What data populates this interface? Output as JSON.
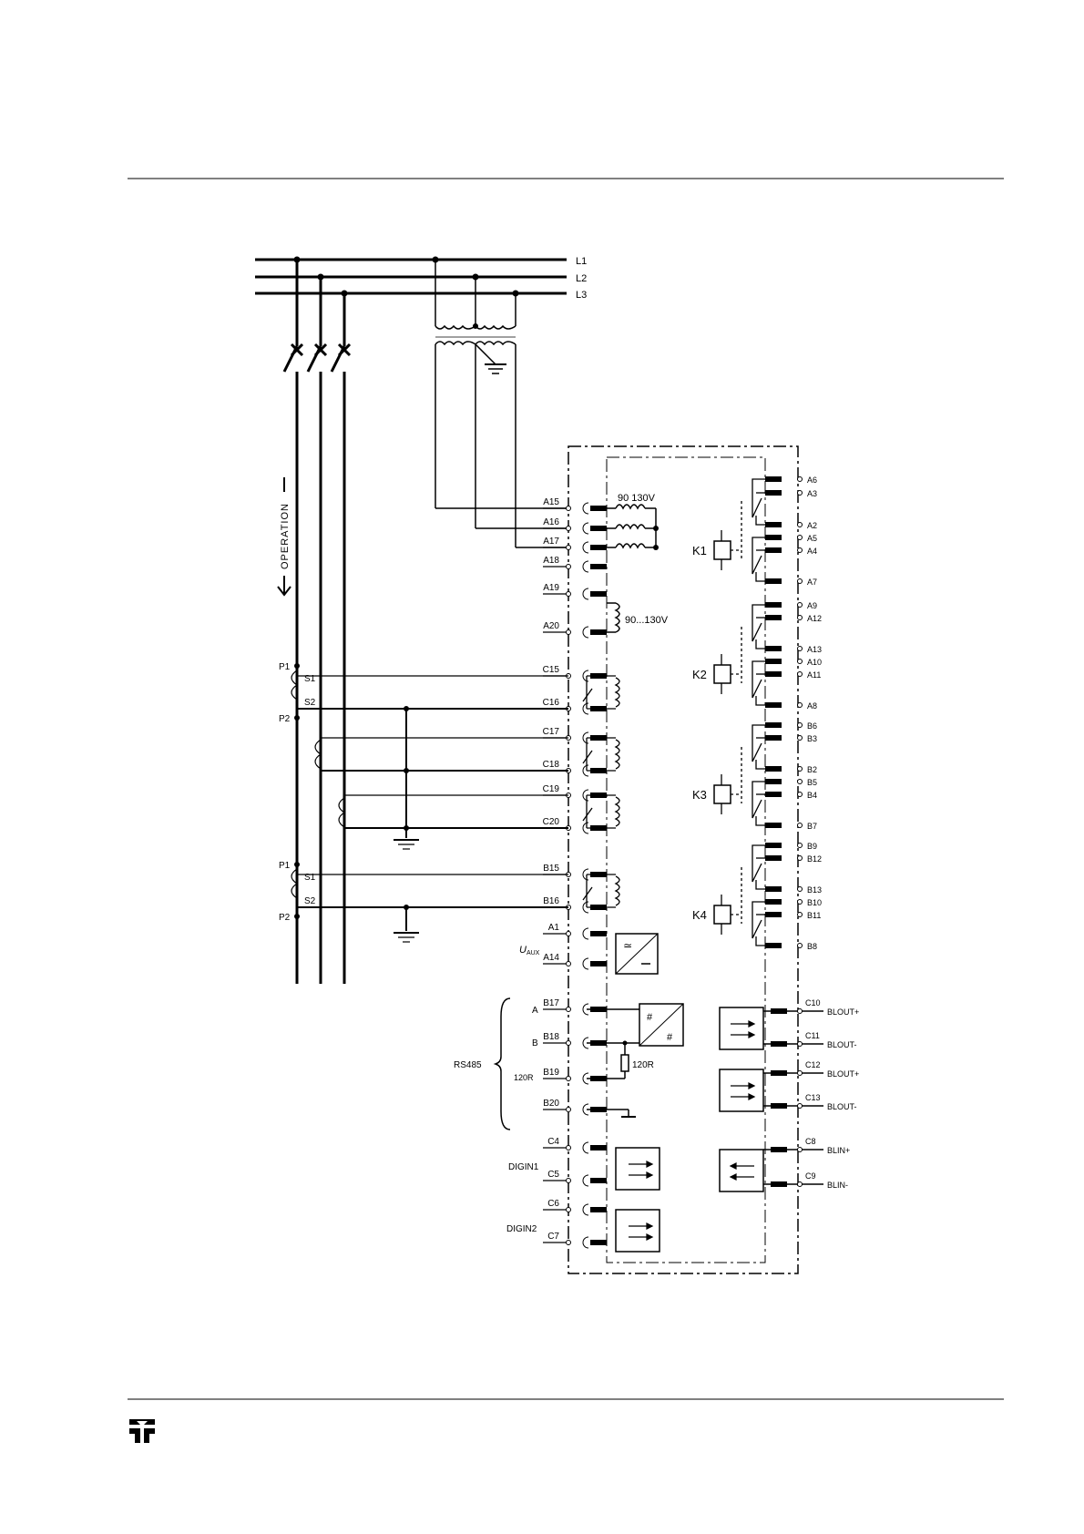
{
  "phases": [
    "L1",
    "L2",
    "L3"
  ],
  "operation_label": "OPERATION",
  "vt_inputs": {
    "terminals": [
      "A15",
      "A16",
      "A17",
      "A18",
      "A19",
      "A20"
    ],
    "range_a": "90  130V",
    "range_b": "90...130V"
  },
  "ct_inputs": {
    "terminals_main": [
      "C15",
      "C16",
      "C17",
      "C18",
      "C19",
      "C20"
    ],
    "terminals_aux": [
      "B15",
      "B16"
    ],
    "ct_labels": [
      "P1",
      "S1",
      "S2",
      "P2"
    ]
  },
  "aux_supply": {
    "label": "U",
    "subscript": "AUX",
    "terminals": [
      "A1",
      "A14"
    ]
  },
  "rs485": {
    "label": "RS485",
    "terminals": [
      "B17",
      "B18",
      "B19",
      "B20"
    ],
    "pins": [
      "A",
      "B",
      "120R",
      ""
    ],
    "resistor": "120R"
  },
  "digital_inputs": [
    {
      "label": "DIGIN1",
      "terminals": [
        "C4",
        "C5"
      ]
    },
    {
      "label": "DIGIN2",
      "terminals": [
        "C6",
        "C7"
      ]
    }
  ],
  "relays": [
    {
      "name": "K1",
      "terminals": [
        "A6",
        "A3",
        "A2",
        "A5",
        "A4",
        "A7"
      ]
    },
    {
      "name": "K2",
      "terminals": [
        "A9",
        "A12",
        "A13",
        "A10",
        "A11",
        "A8"
      ]
    },
    {
      "name": "K3",
      "terminals": [
        "B6",
        "B3",
        "B2",
        "B5",
        "B4",
        "B7"
      ]
    },
    {
      "name": "K4",
      "terminals": [
        "B9",
        "B12",
        "B13",
        "B10",
        "B11",
        "B8"
      ]
    }
  ],
  "blocking_outputs": [
    {
      "terminal": "C10",
      "label": "BLOUT+"
    },
    {
      "terminal": "C11",
      "label": "BLOUT-"
    },
    {
      "terminal": "C12",
      "label": "BLOUT+"
    },
    {
      "terminal": "C13",
      "label": "BLOUT-"
    }
  ],
  "blocking_inputs": [
    {
      "terminal": "C8",
      "label": "BLIN+"
    },
    {
      "terminal": "C9",
      "label": "BLIN-"
    }
  ]
}
